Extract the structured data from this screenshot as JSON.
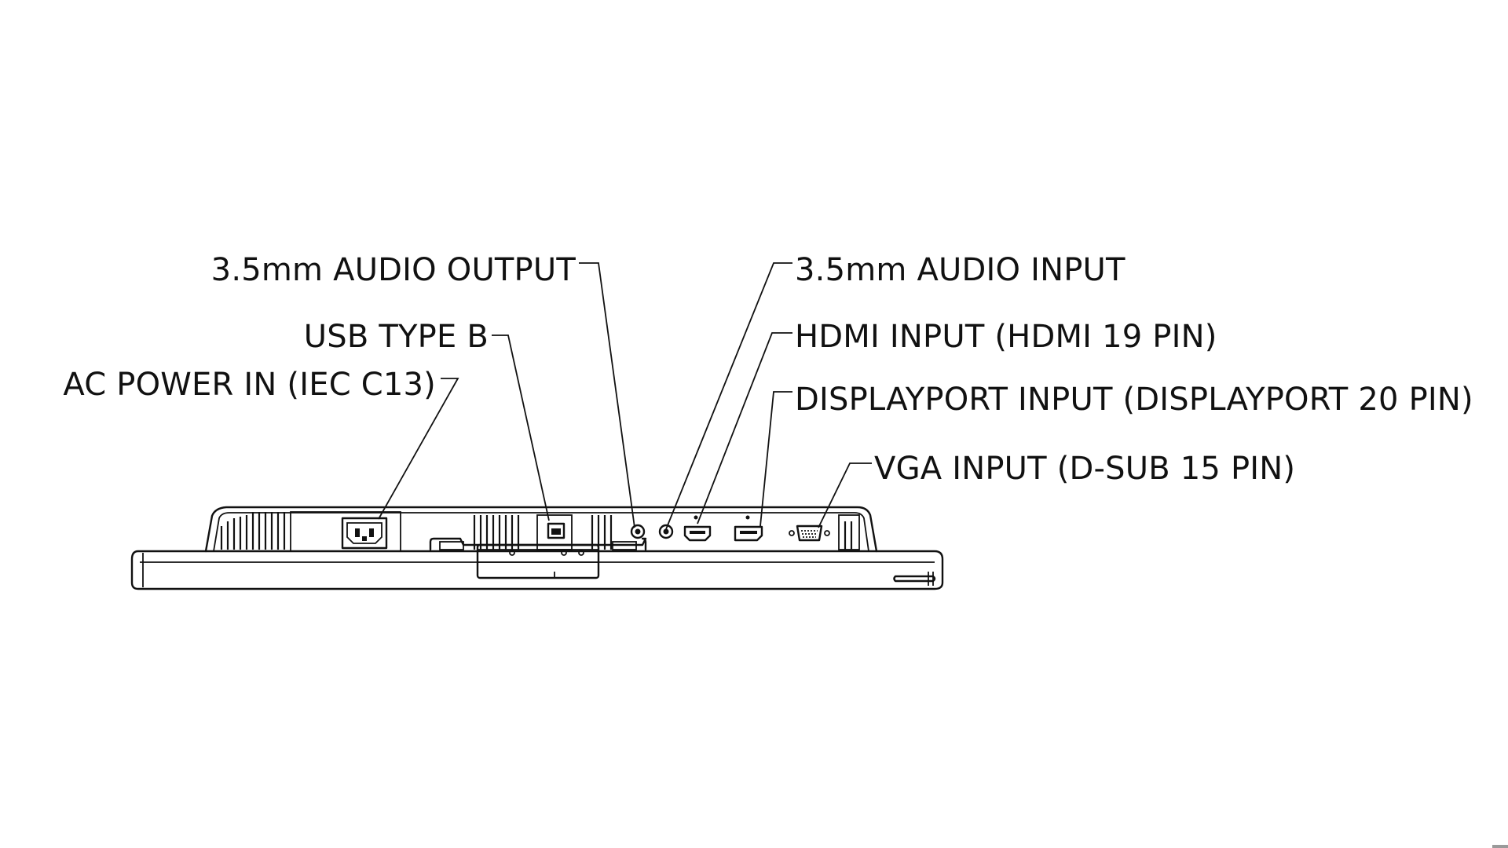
{
  "callouts": {
    "audio_output": "3.5mm AUDIO OUTPUT",
    "usb_type_b": "USB TYPE B",
    "ac_power_in": "AC POWER IN (IEC C13)",
    "audio_input": "3.5mm AUDIO INPUT",
    "hdmi_input": "HDMI INPUT (HDMI 19 PIN)",
    "displayport_input": "DISPLAYPORT INPUT (DISPLAYPORT 20 PIN)",
    "vga_input": "VGA INPUT (D-SUB 15 PIN)"
  }
}
